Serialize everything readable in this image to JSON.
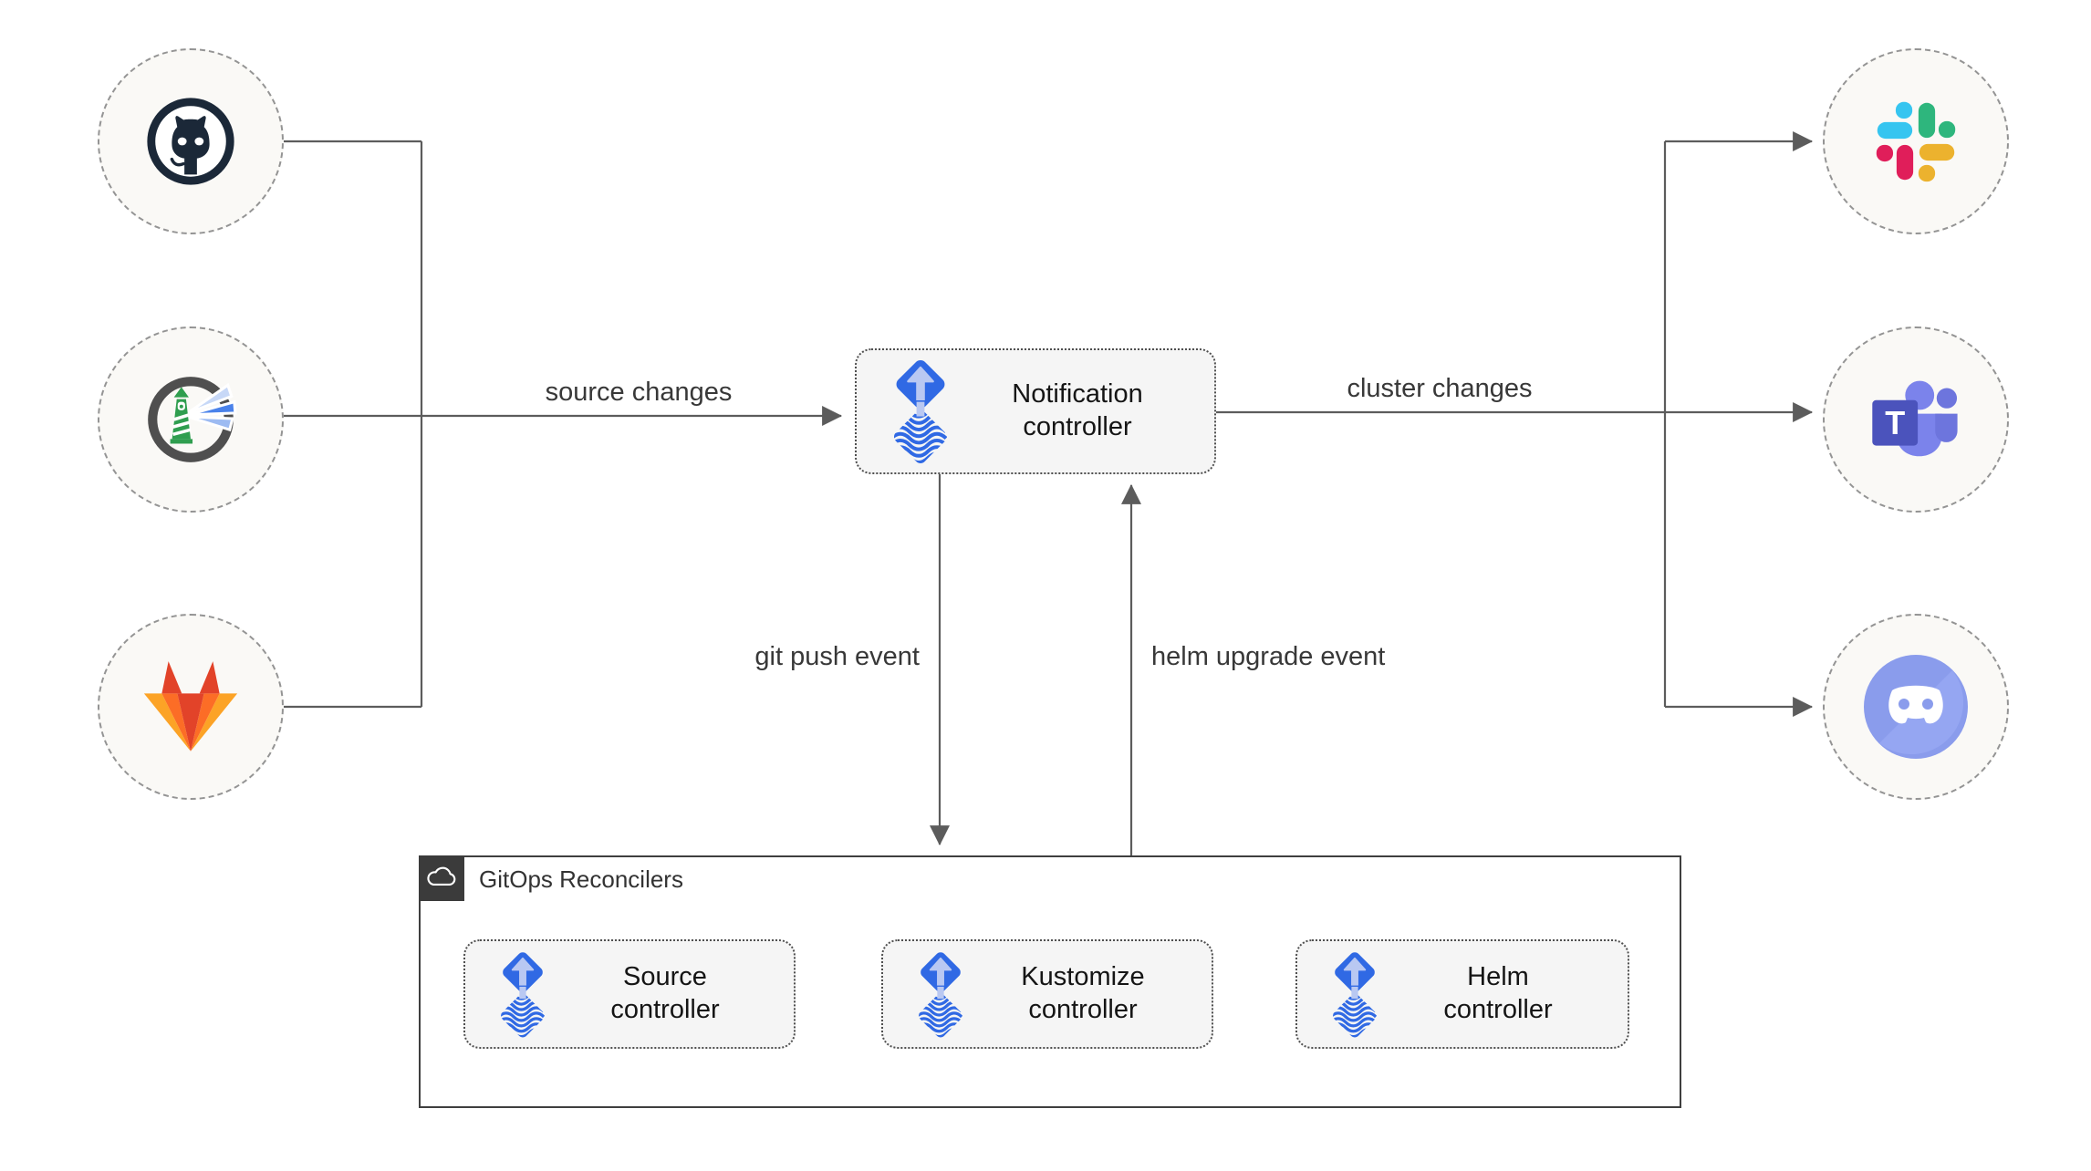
{
  "sources": [
    {
      "icon": "github-icon",
      "service": "GitHub"
    },
    {
      "icon": "harbor-icon",
      "service": "Harbor"
    },
    {
      "icon": "gitlab-icon",
      "service": "GitLab"
    }
  ],
  "targets": [
    {
      "icon": "slack-icon",
      "service": "Slack"
    },
    {
      "icon": "teams-icon",
      "service": "Microsoft Teams"
    },
    {
      "icon": "discord-icon",
      "service": "Discord"
    }
  ],
  "controllers": {
    "notification": {
      "line1": "Notification",
      "line2": "controller",
      "icon": "flux-icon"
    },
    "source": {
      "line1": "Source",
      "line2": "controller",
      "icon": "flux-icon"
    },
    "kustomize": {
      "line1": "Kustomize",
      "line2": "controller",
      "icon": "flux-icon"
    },
    "helm": {
      "line1": "Helm",
      "line2": "controller",
      "icon": "flux-icon"
    }
  },
  "container": {
    "label": "GitOps Reconcilers",
    "icon": "cloud-icon"
  },
  "edge_labels": {
    "source_changes": "source changes",
    "cluster_changes": "cluster changes",
    "git_push": "git push event",
    "helm_upgrade": "helm upgrade event"
  },
  "colors": {
    "flux_blue": "#3069e4",
    "flux_arrow": "#b9c8f2",
    "wire_gray": "#5c5c5c",
    "node_fill": "#faf9f6",
    "box_fill": "#f5f5f5",
    "github_navy": "#1b2838",
    "harbor_green": "#2f9e4f",
    "gitlab_red": "#e24329",
    "gitlab_orange": "#fc6d26",
    "gitlab_yellow": "#fca326",
    "slack_blue": "#36c5f0",
    "slack_green": "#2eb67d",
    "slack_yellow": "#ecb22e",
    "slack_red": "#e01e5a",
    "teams_indigo": "#4b53bc",
    "teams_light": "#7b83eb",
    "discord_blurple": "#8a9cec"
  }
}
